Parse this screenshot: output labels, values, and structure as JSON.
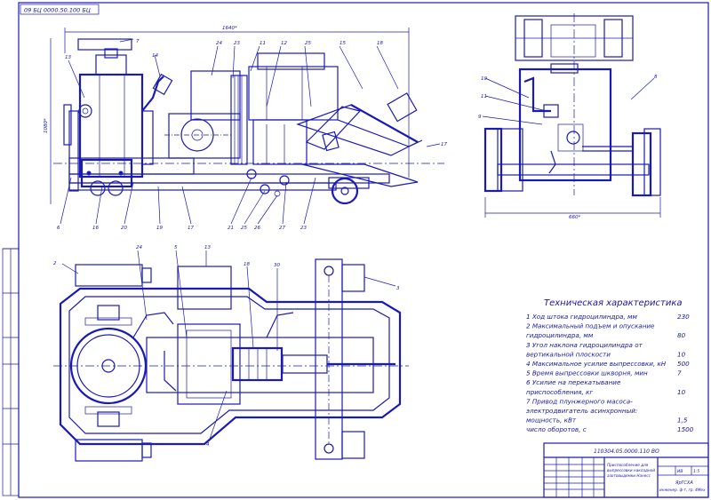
{
  "drawing_code_top": "09 БЦ 0000.50.100 БЦ",
  "title_block": {
    "designation": "110304.05.0000.110 ВО",
    "name_lines": [
      "Приспособление для",
      "выпрессовки накладной",
      "азотовыдемки Нанесс"
    ],
    "org_line1": "ЯрГСХА",
    "org_line2": "инженер. ф-т, гр. 4Мех",
    "sheet_marks": [
      "ИВ",
      "1:5"
    ]
  },
  "specs": {
    "title": "Техническая характеристика",
    "rows": [
      {
        "label": "1 Ход штока гидроцилиндра, мм",
        "value": "230"
      },
      {
        "label": "2 Максимальный подъем и опускание",
        "value": ""
      },
      {
        "label": "   гидроцилиндра, мм",
        "value": "80"
      },
      {
        "label": "3 Угол наклона гидроцилиндра от",
        "value": ""
      },
      {
        "label": "   вертикальной плоскости",
        "value": "10"
      },
      {
        "label": "4 Максимальное усилие выпрессовки, кН",
        "value": "500"
      },
      {
        "label": "5 Время выпрессовки шкворня, мин",
        "value": "7"
      },
      {
        "label": "6 Усилие на перекатывание",
        "value": ""
      },
      {
        "label": "   приспособления, кг",
        "value": "10"
      },
      {
        "label": "7 Привод плунжерного масоса-",
        "value": ""
      },
      {
        "label": "   электродвигатель асинхронный:",
        "value": ""
      },
      {
        "label": "   мощность, кВт",
        "value": "1,5"
      },
      {
        "label": "   число оборотов, с",
        "value": "1500"
      }
    ]
  },
  "dimensions": {
    "side_length": "1640*",
    "side_height": "1080*",
    "end_width": "660*"
  },
  "callouts_side_top": [
    "7",
    "14",
    "24",
    "23",
    "11",
    "12",
    "25",
    "15",
    "18"
  ],
  "callouts_side_left": [
    "13"
  ],
  "callouts_side_bottom": [
    "6",
    "16",
    "20",
    "19",
    "17",
    "21",
    "25",
    "26",
    "27",
    "23"
  ],
  "callouts_side_right": [
    "17"
  ],
  "callouts_end": [
    "10",
    "11",
    "9",
    "8"
  ],
  "callouts_plan": [
    "2",
    "24",
    "5",
    "13",
    "18",
    "30",
    "3",
    "4"
  ],
  "colors": {
    "ink": "#1a1ab4",
    "background": "#ffffff"
  }
}
